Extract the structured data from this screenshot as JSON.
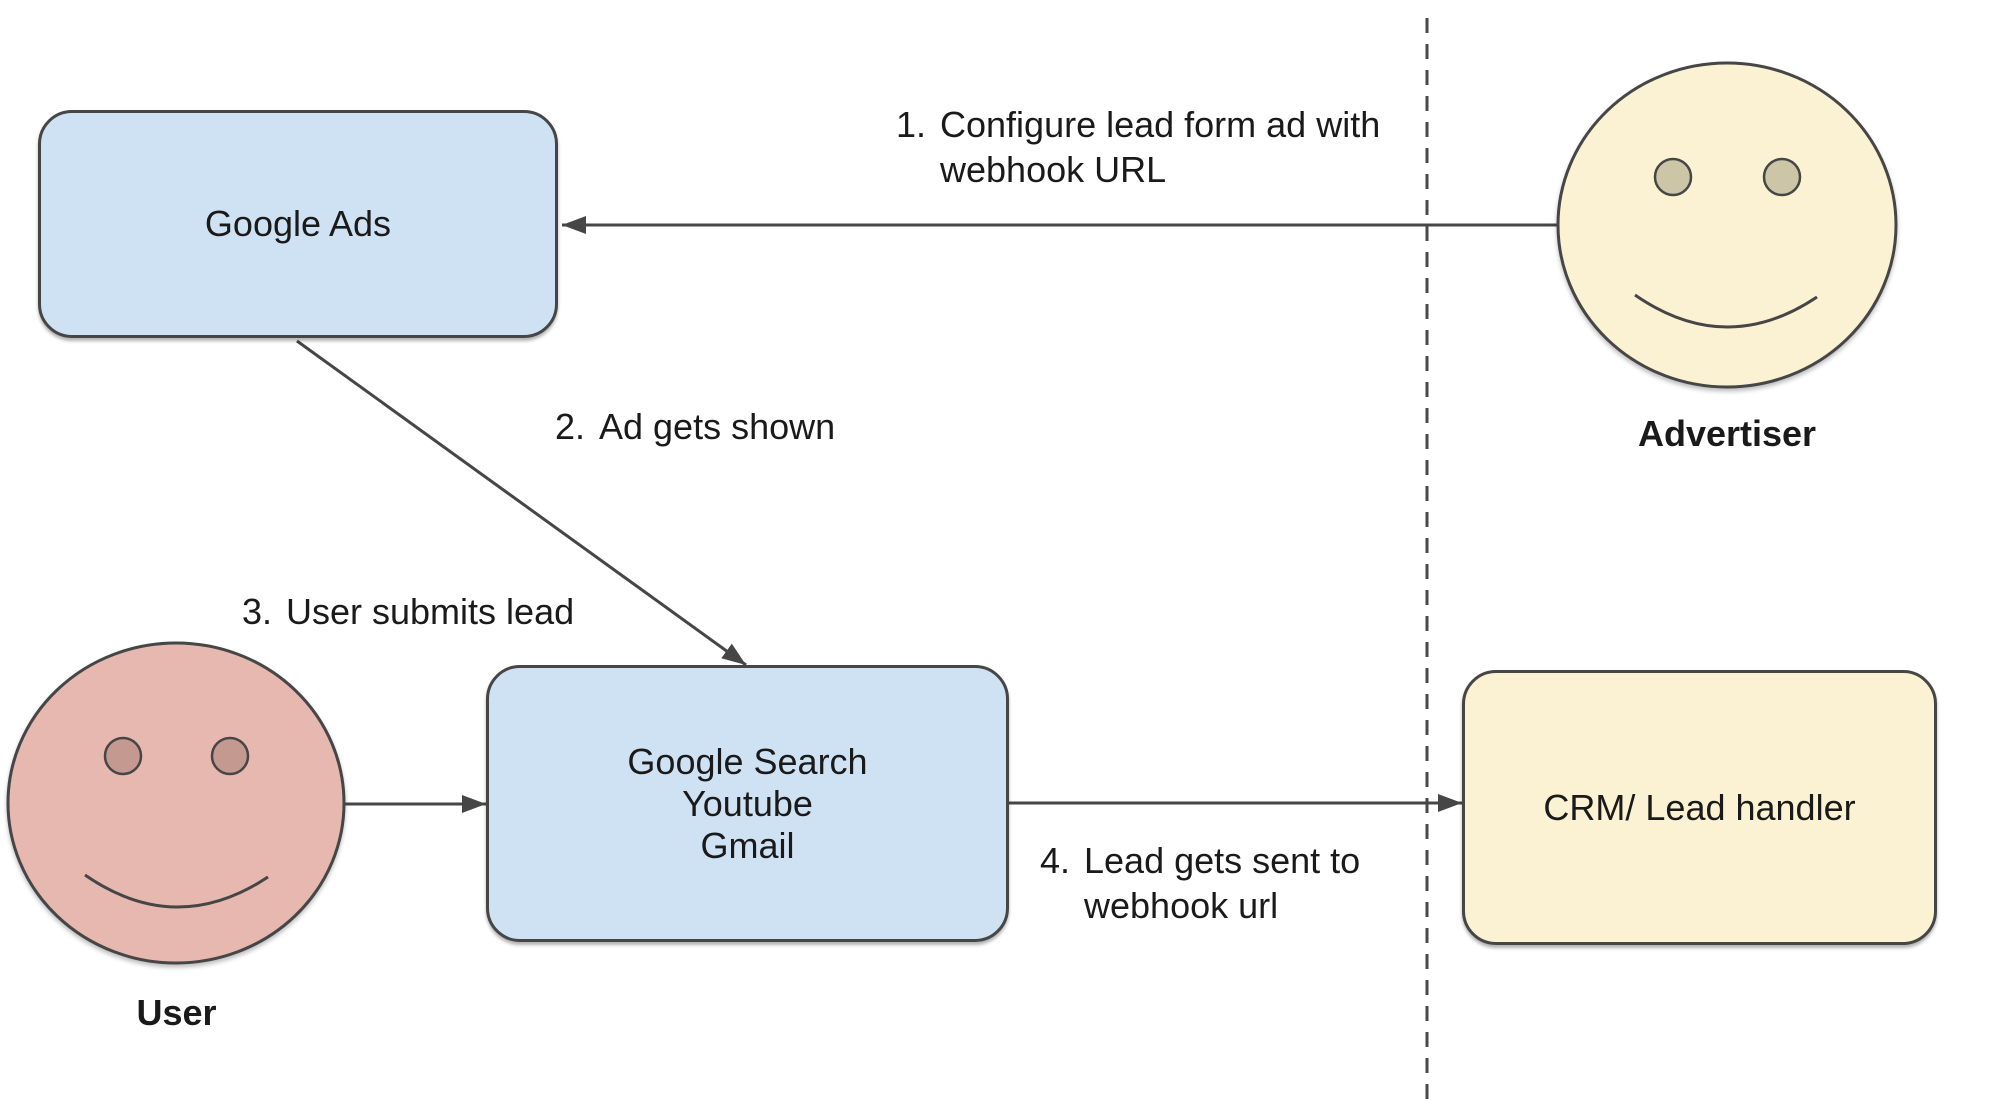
{
  "diagram": {
    "kind": "flowchart",
    "topic": "Google Ads lead form webhook flow"
  },
  "nodes": {
    "google_ads": {
      "label": "Google Ads"
    },
    "channels": {
      "line1": "Google Search",
      "line2": "Youtube",
      "line3": "Gmail"
    },
    "crm": {
      "label": "CRM/ Lead handler"
    }
  },
  "actors": {
    "advertiser": {
      "label": "Advertiser"
    },
    "user": {
      "label": "User"
    }
  },
  "steps": {
    "s1": {
      "num": "1.",
      "text": "Configure lead form ad with webhook URL"
    },
    "s2": {
      "num": "2.",
      "text": "Ad gets shown"
    },
    "s3": {
      "num": "3.",
      "text": "User submits lead"
    },
    "s4": {
      "num": "4.",
      "text": "Lead gets sent to webhook url"
    }
  },
  "edges": [
    {
      "step": "1",
      "from": "advertiser",
      "to": "google_ads"
    },
    {
      "step": "2",
      "from": "google_ads",
      "to": "channels"
    },
    {
      "step": "3",
      "from": "user",
      "to": "channels"
    },
    {
      "step": "4",
      "from": "channels",
      "to": "crm"
    }
  ],
  "colors": {
    "node_blue": "#CFE2F3",
    "node_cream": "#FBF1D3",
    "user_face": "#E6B8AF",
    "advertiser_eye": "#CCC5A6",
    "user_eye": "#C49A90",
    "stroke": "#464646",
    "background": "#FFFFFF"
  }
}
